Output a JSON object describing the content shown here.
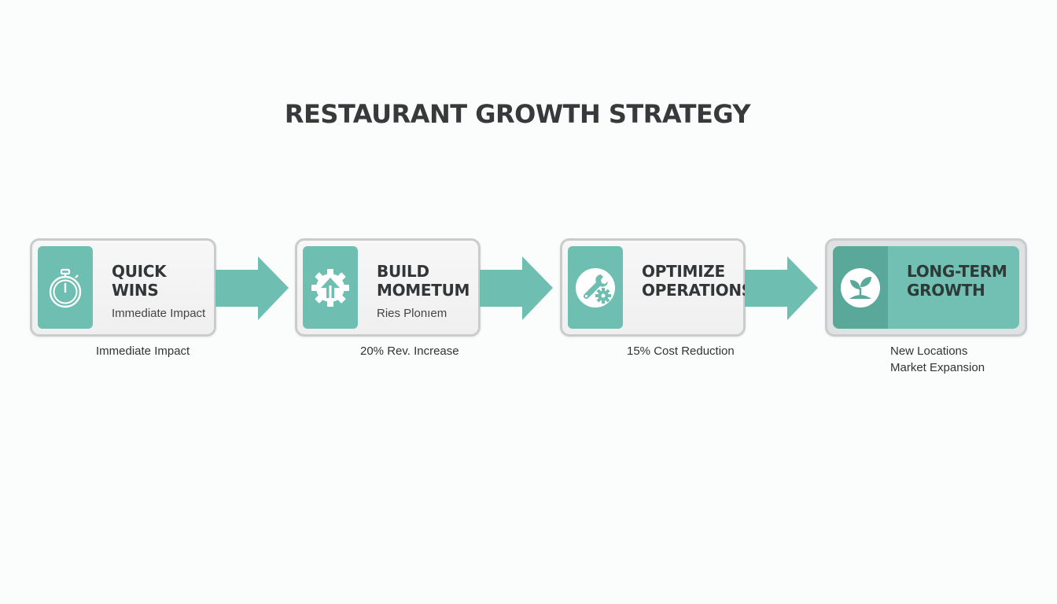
{
  "title": "RESTAURANT GROWTH STRATEGY",
  "colors": {
    "accent": "#6fbeb2",
    "accent_dark": "#5aa89a",
    "card_border": "#c9cbcc",
    "card_bg": "#f2f2f2",
    "text": "#38393a"
  },
  "steps": [
    {
      "icon": "stopwatch-icon",
      "heading_line1": "QUICK",
      "heading_line2": "WINS",
      "subtitle": "Immediate Impact",
      "caption_line1": "Immediate Impact",
      "caption_line2": ""
    },
    {
      "icon": "gear-arrow-up-icon",
      "heading_line1": "BUILD",
      "heading_line2": "MOMETUM",
      "subtitle": "Ries Plonıem",
      "caption_line1": "20% Rev. Increase",
      "caption_line2": ""
    },
    {
      "icon": "wrench-gear-icon",
      "heading_line1": "OPTIMIZE",
      "heading_line2": "OPERATIONS",
      "subtitle": "",
      "caption_line1": "15% Cost Reduction",
      "caption_line2": ""
    },
    {
      "icon": "sprout-icon",
      "heading_line1": "LONG-TERM",
      "heading_line2": "GROWTH",
      "subtitle": "",
      "caption_line1": "New Locations",
      "caption_line2": "Market Expansion"
    }
  ]
}
